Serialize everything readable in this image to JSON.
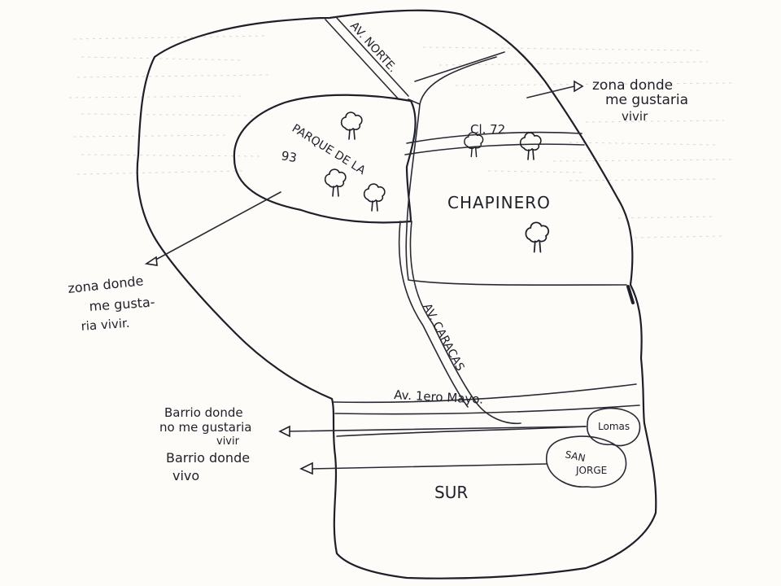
{
  "labels": {
    "av_norte": "AV. NORTE.",
    "parque_line1": "PARQUE DE LA",
    "parque_line2": "93",
    "cl72": "Cl. 72",
    "chapinero": "CHAPINERO",
    "caracas": "AV. CARACAS",
    "av_1ero_mayo": "Av. 1ero Mayo.",
    "lomas": "Lomas",
    "san_jorge_line1": "SAN",
    "san_jorge_line2": "JORGE",
    "sur": "SUR"
  },
  "notes": {
    "zona_right": [
      "zona donde",
      "me gustaria",
      "vivir"
    ],
    "zona_left": [
      "zona donde",
      "me gusta-",
      "ria vivir."
    ],
    "barrio_no": [
      "Barrio donde",
      "no me gustaria",
      "vivir"
    ],
    "barrio_vivo": [
      "Barrio donde",
      "vivo"
    ]
  },
  "icons": [
    "tree-icon",
    "tree-icon",
    "tree-icon",
    "tree-icon",
    "tree-icon",
    "tree-icon",
    "tree-icon",
    "arrowhead-icon"
  ],
  "colors": {
    "ink": "#1f1f2a",
    "paper": "#fdfcf8"
  }
}
